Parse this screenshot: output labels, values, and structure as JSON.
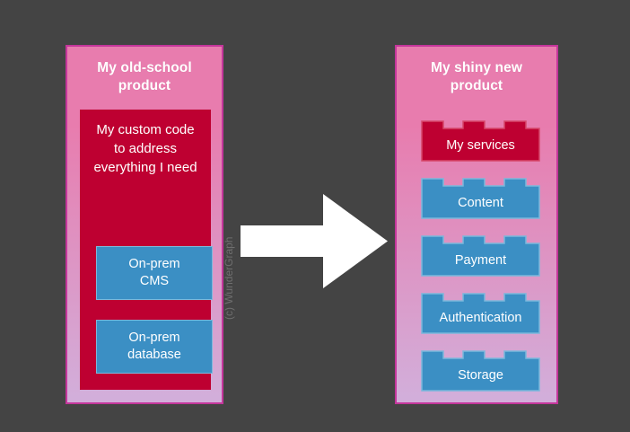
{
  "background_color": "#444444",
  "watermark": {
    "text": "(c) WunderGraph",
    "color": "#6f6f6f"
  },
  "arrow": {
    "name": "right-arrow",
    "color": "#ffffff"
  },
  "left_panel": {
    "title": "My old-school\nproduct",
    "title_line1": "My old-school",
    "title_line2": "product",
    "border_color": "#c4369b",
    "gradient_top": "#e87cae",
    "gradient_bottom": "#d2afdb",
    "monolith": {
      "label": "My custom code to address everything I need",
      "label_line1": "My custom code",
      "label_line2": "to address",
      "label_line3": "everything I need",
      "color": "#be0031"
    },
    "components": [
      {
        "label": "On-prem CMS",
        "line1": "On-prem",
        "line2": "CMS",
        "color": "#3b8fc4"
      },
      {
        "label": "On-prem database",
        "line1": "On-prem",
        "line2": "database",
        "color": "#3b8fc4"
      }
    ]
  },
  "right_panel": {
    "title": "My shiny new\nproduct",
    "title_line1": "My shiny new",
    "title_line2": "product",
    "border_color": "#c4369b",
    "gradient_top": "#e87cae",
    "gradient_bottom": "#d2afdb",
    "bricks": [
      {
        "label": "My services",
        "color": "#be0031",
        "border_color": "#d6486a"
      },
      {
        "label": "Content",
        "color": "#3b8fc4",
        "border_color": "#7bb8dc"
      },
      {
        "label": "Payment",
        "color": "#3b8fc4",
        "border_color": "#7bb8dc"
      },
      {
        "label": "Authentication",
        "color": "#3b8fc4",
        "border_color": "#7bb8dc"
      },
      {
        "label": "Storage",
        "color": "#3b8fc4",
        "border_color": "#7bb8dc"
      }
    ]
  }
}
